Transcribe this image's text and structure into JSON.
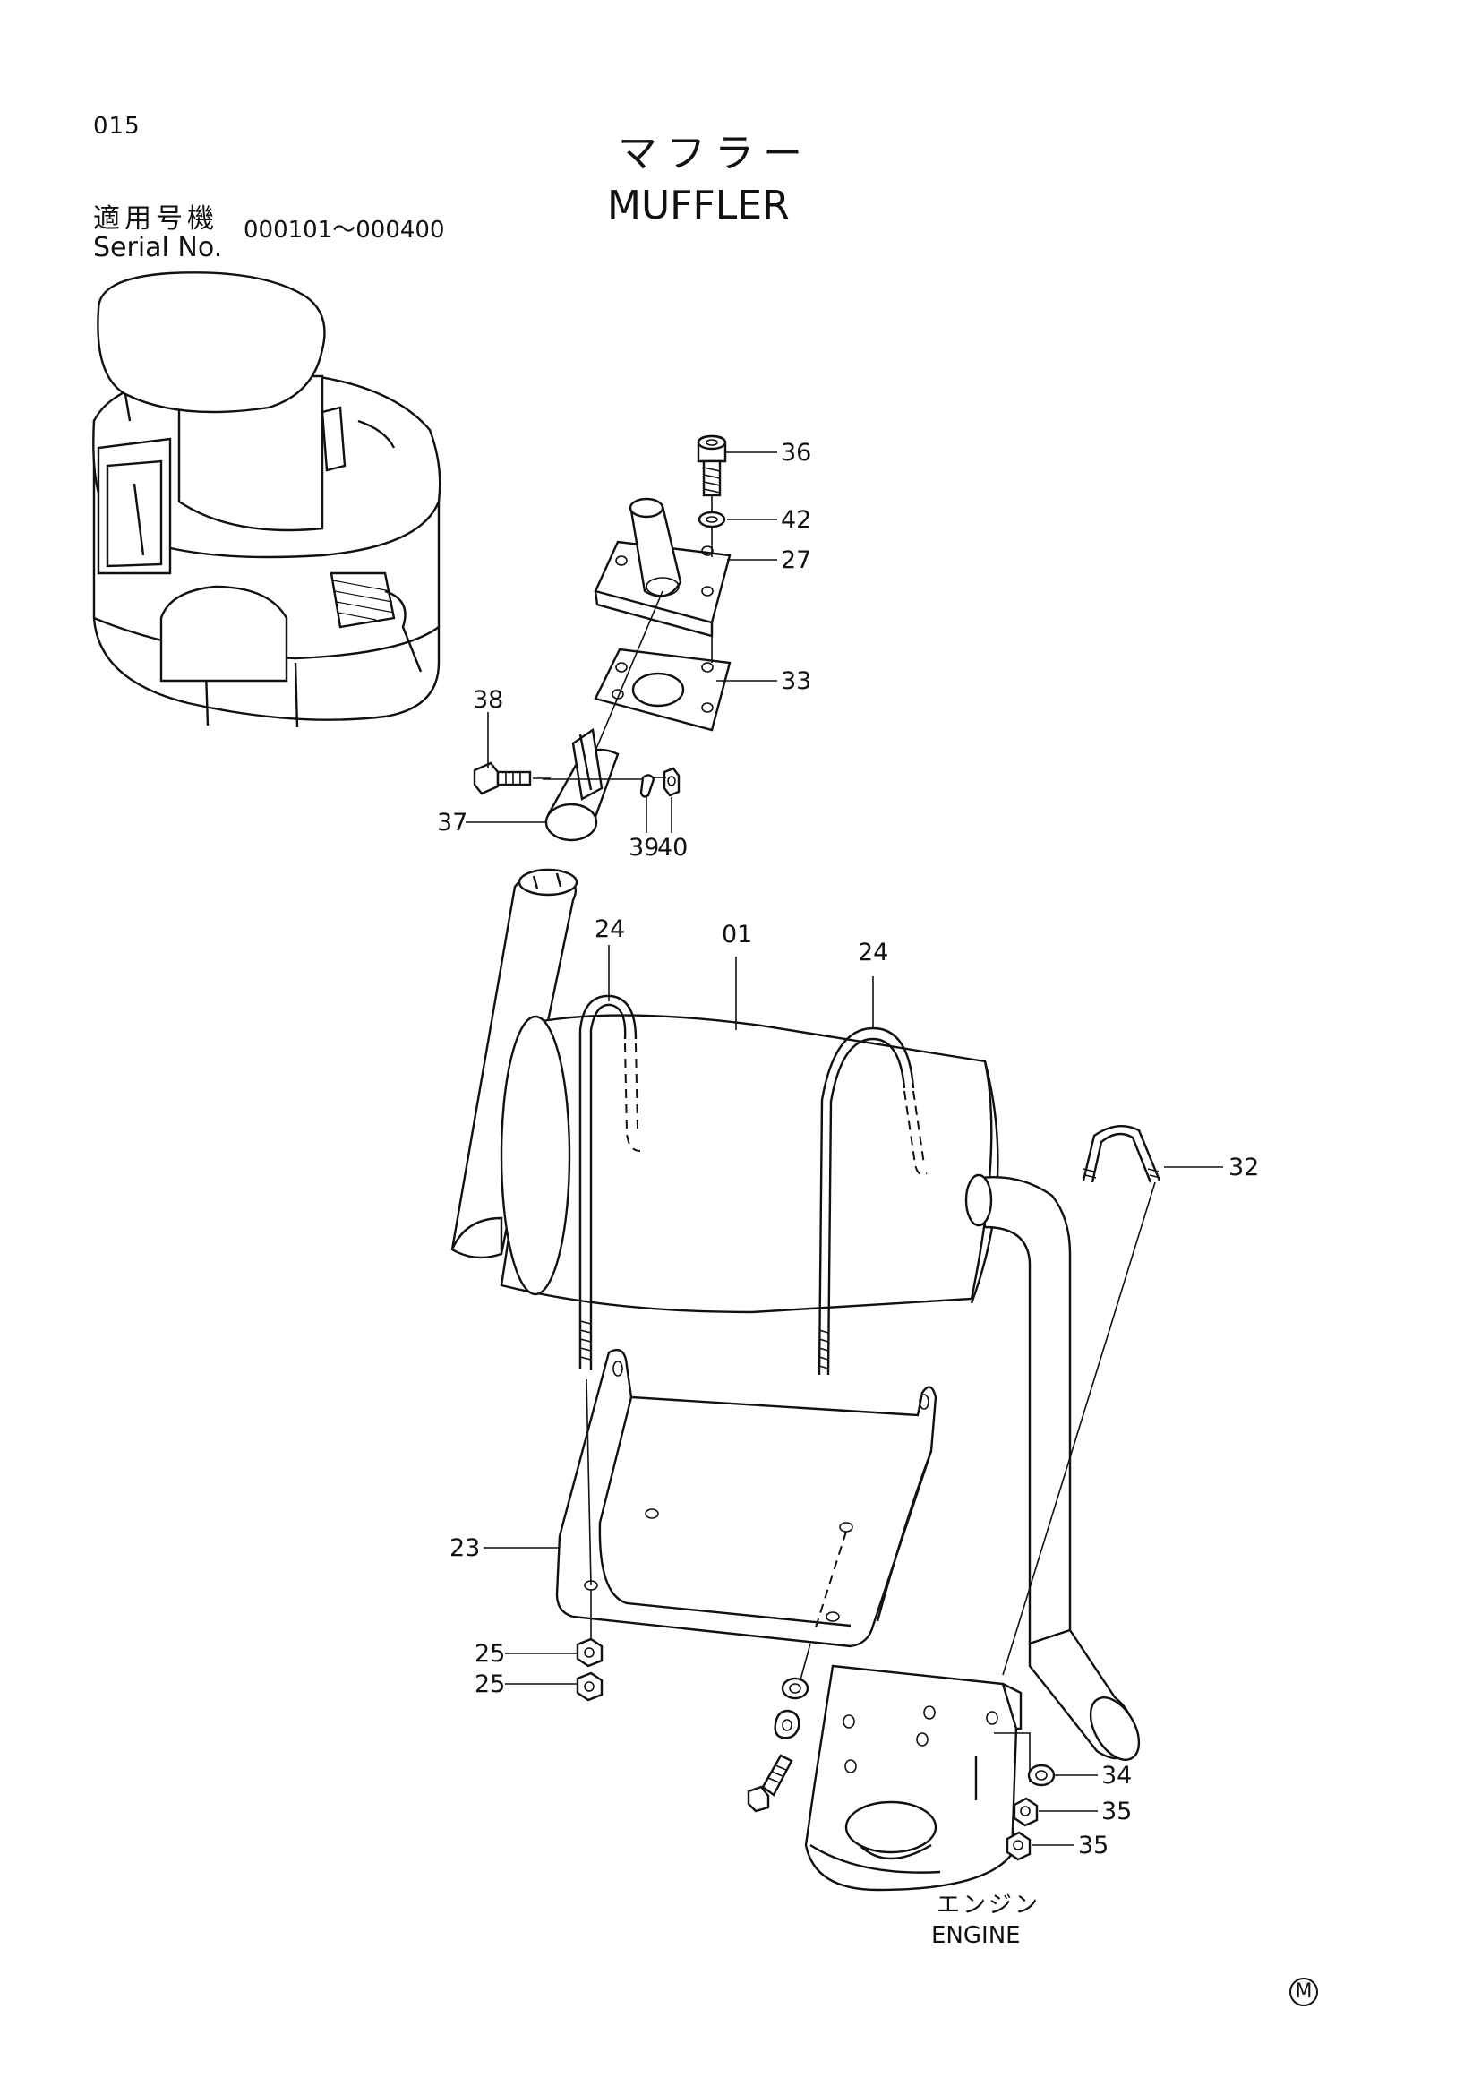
{
  "page_number": "015",
  "title": {
    "ja": "マフラー",
    "en": "MUFFLER"
  },
  "serial": {
    "label_ja": "適用号機",
    "label_en": "Serial No.",
    "range": "000101～000400"
  },
  "engine_label": {
    "ja": "エンジン",
    "en": "ENGINE"
  },
  "mark": "M",
  "callouts": [
    {
      "id": "36",
      "part": "bolt"
    },
    {
      "id": "42",
      "part": "washer"
    },
    {
      "id": "27",
      "part": "exhaust-flange"
    },
    {
      "id": "33",
      "part": "gasket"
    },
    {
      "id": "38",
      "part": "bolt"
    },
    {
      "id": "37",
      "part": "clamp"
    },
    {
      "id": "39",
      "part": "lock-washer"
    },
    {
      "id": "40",
      "part": "nut"
    },
    {
      "id": "24",
      "part": "u-bolt-left"
    },
    {
      "id": "01",
      "part": "muffler"
    },
    {
      "id": "24",
      "part": "u-bolt-right"
    },
    {
      "id": "32",
      "part": "u-bolt"
    },
    {
      "id": "23",
      "part": "bracket"
    },
    {
      "id": "25",
      "part": "nut-upper"
    },
    {
      "id": "25",
      "part": "nut-lower"
    },
    {
      "id": "34",
      "part": "washer"
    },
    {
      "id": "35",
      "part": "nut-upper"
    },
    {
      "id": "35",
      "part": "nut-lower"
    }
  ]
}
